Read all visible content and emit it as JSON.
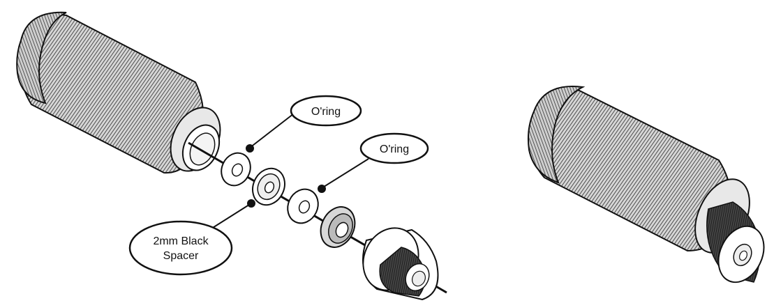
{
  "callouts": {
    "oring_top": "O'ring",
    "oring_right": "O'ring",
    "spacer_line1": "2mm Black",
    "spacer_line2": "Spacer"
  },
  "colors": {
    "ink": "#111111",
    "paper": "#ffffff",
    "body_fill": "#c9c9c9",
    "dark_fill": "#3a3a3a"
  }
}
